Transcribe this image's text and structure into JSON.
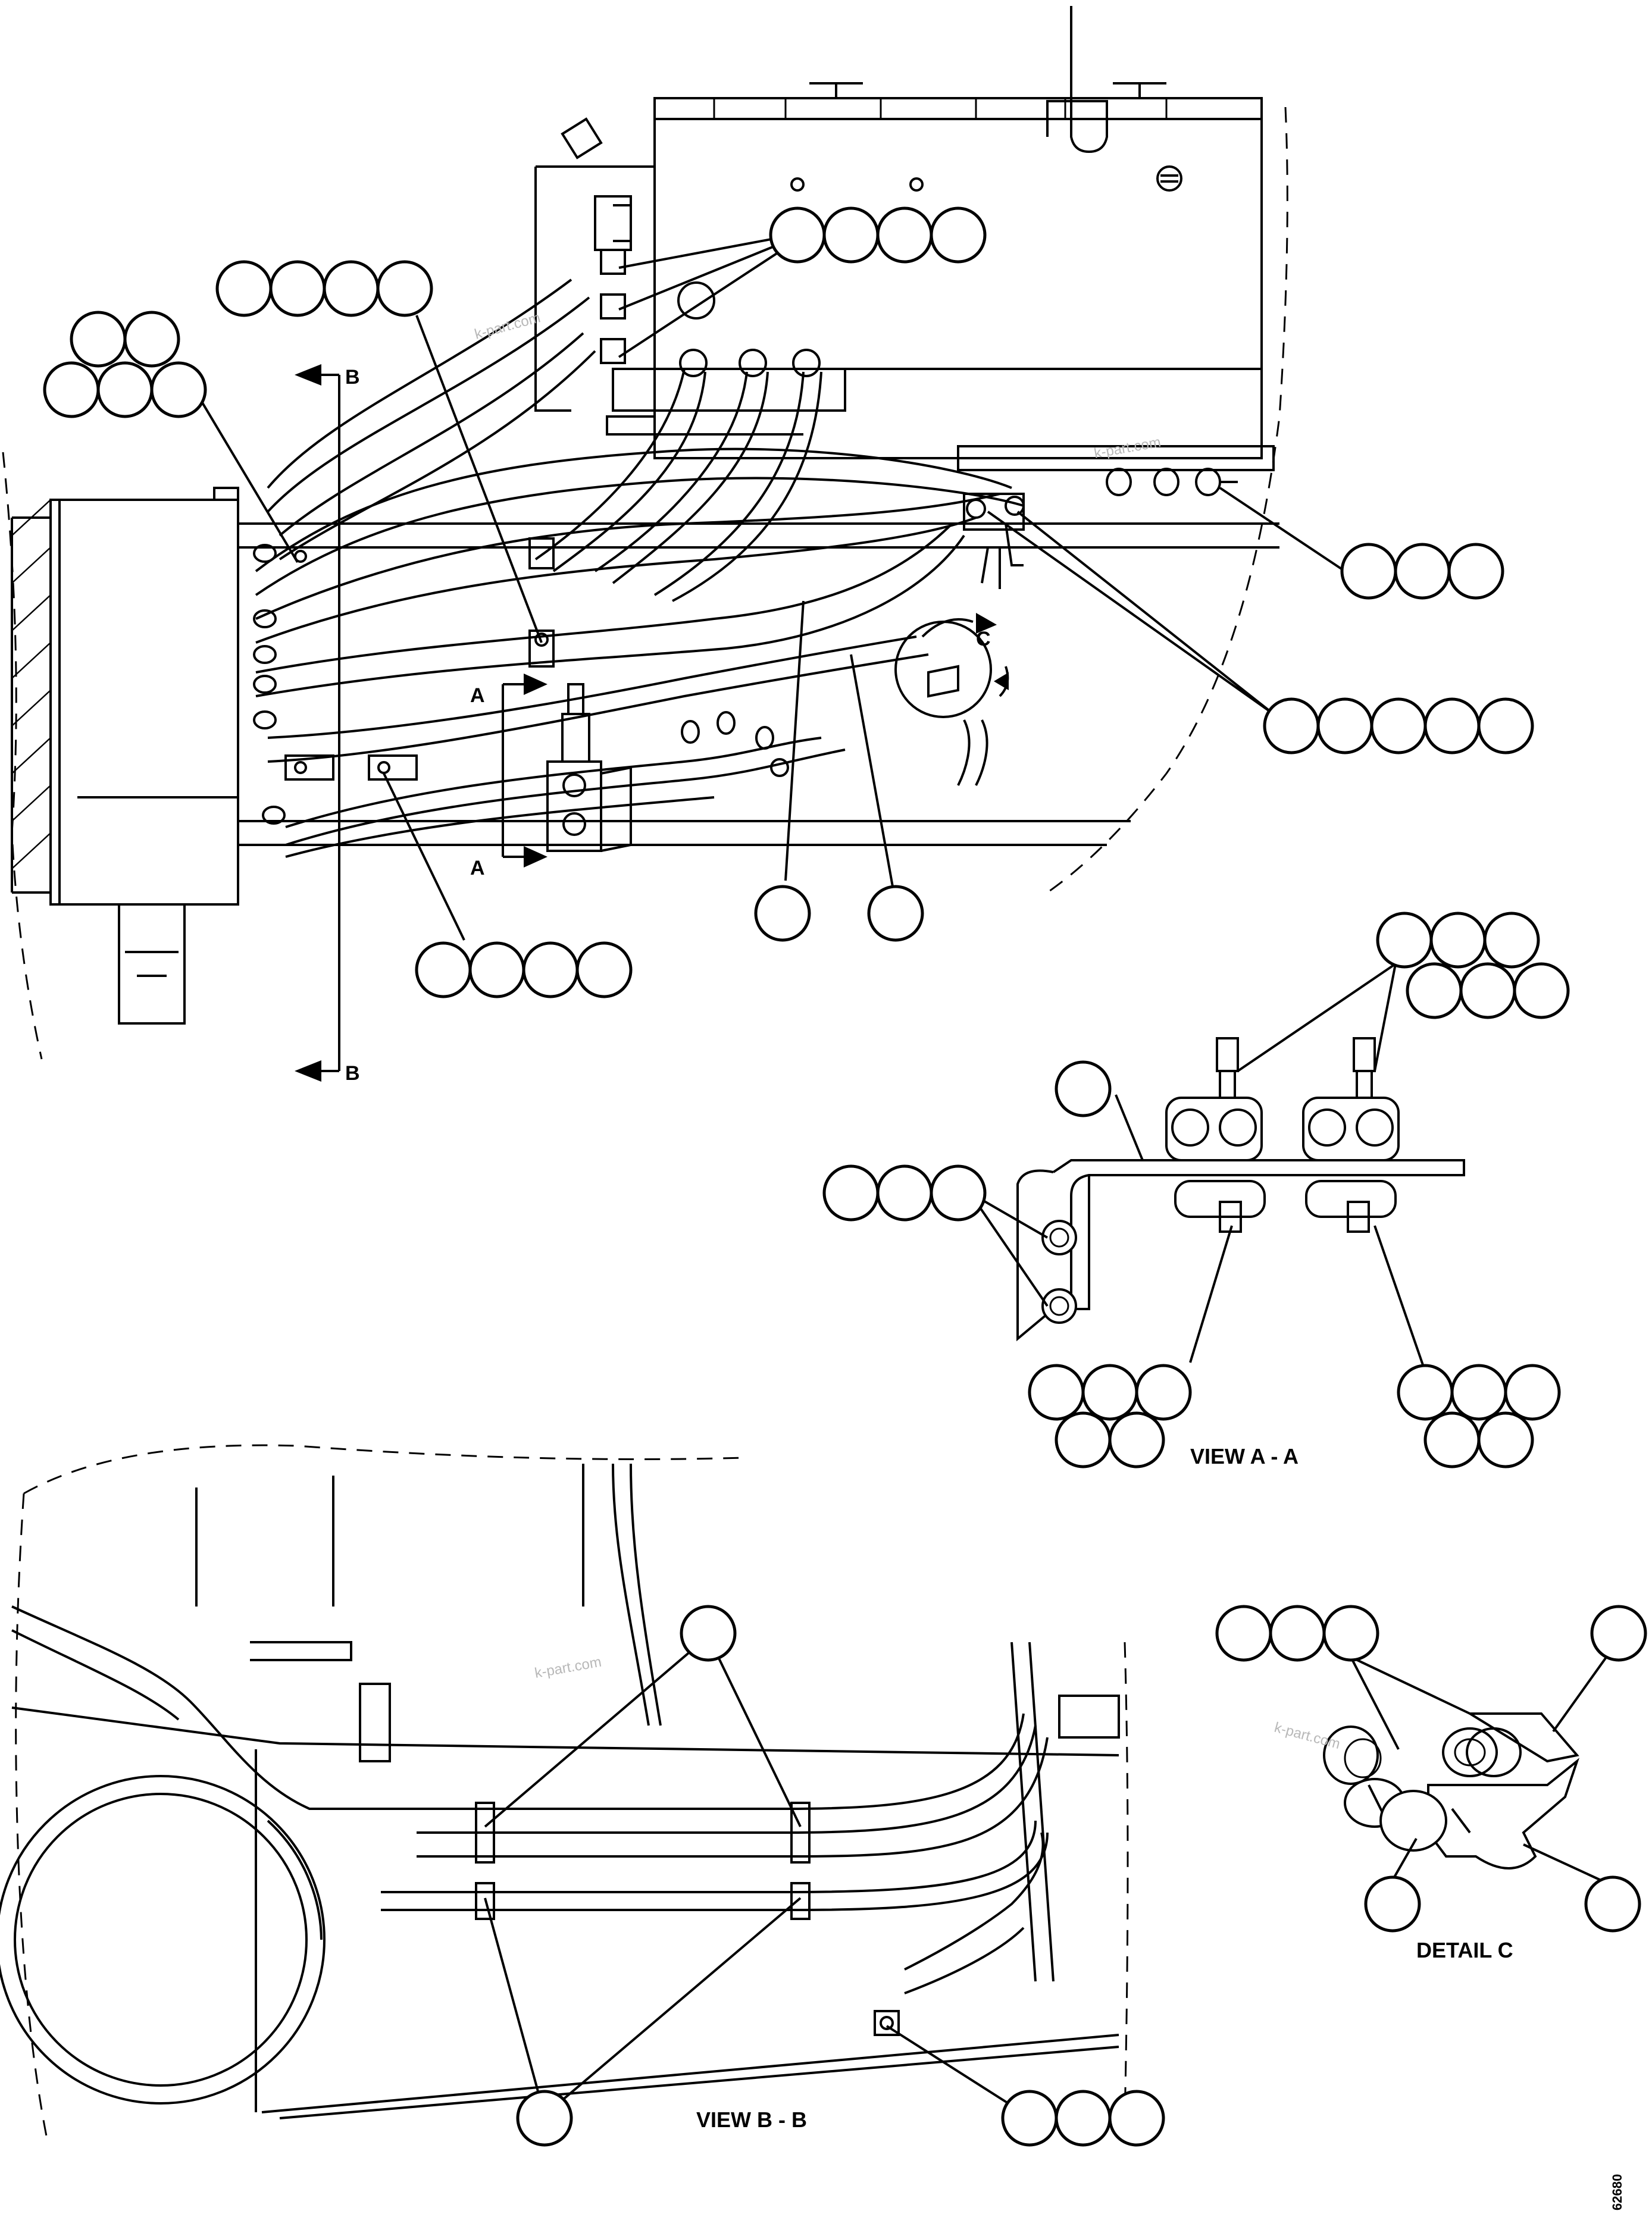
{
  "section_markers": {
    "section_b": "B",
    "section_a": "A",
    "detail_c": "C"
  },
  "view_titles": {
    "view_a": "VIEW A - A",
    "view_b": "VIEW B - B",
    "detail_c": "DETAIL C"
  },
  "watermark": "k-part.com",
  "drawing_number": "62680"
}
